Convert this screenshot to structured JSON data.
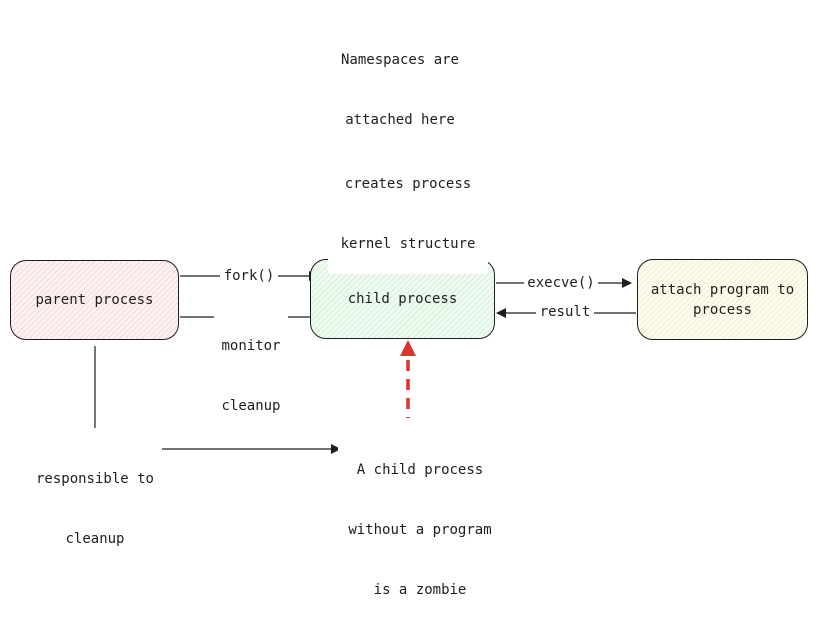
{
  "boxes": {
    "parent": "parent process",
    "child": "child process",
    "attach": "attach program to process"
  },
  "labels": {
    "namespaces": [
      "Namespaces are",
      "attached here"
    ],
    "creates": [
      "creates process",
      "kernel structure"
    ],
    "fork": "fork()",
    "monitor": [
      "monitor",
      "cleanup"
    ],
    "execve": "execve()",
    "result": "result",
    "responsible": [
      "responsible to",
      "cleanup"
    ],
    "zombie": [
      "A child process",
      "without a program",
      "is a zombie"
    ]
  },
  "colors": {
    "stroke": "#1e1e1e",
    "green_arrow": "#2f9e44",
    "red_arrow": "#e03131",
    "parent_fill": "#ffc9c9",
    "child_fill": "#b2f2bb",
    "attach_fill": "#fff3bf"
  }
}
